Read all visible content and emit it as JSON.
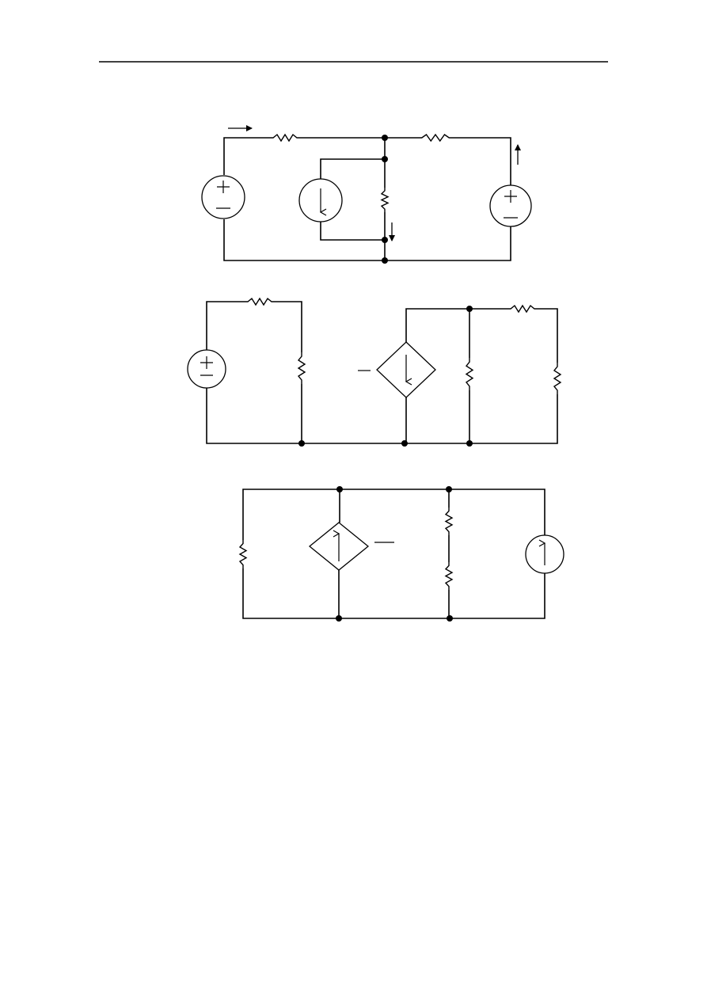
{
  "page": {
    "background": "#ffffff",
    "ink": "#000000"
  },
  "figures": [
    {
      "id": "circuit-1",
      "components": [
        "voltage-source",
        "resistor",
        "resistor",
        "current-source",
        "resistor",
        "voltage-source"
      ]
    },
    {
      "id": "circuit-2",
      "components": [
        "voltage-source",
        "resistor",
        "resistor",
        "dependent-current-source",
        "resistor",
        "resistor",
        "resistor"
      ]
    },
    {
      "id": "circuit-3",
      "components": [
        "resistor",
        "dependent-current-source",
        "resistor",
        "resistor",
        "current-source"
      ]
    }
  ]
}
